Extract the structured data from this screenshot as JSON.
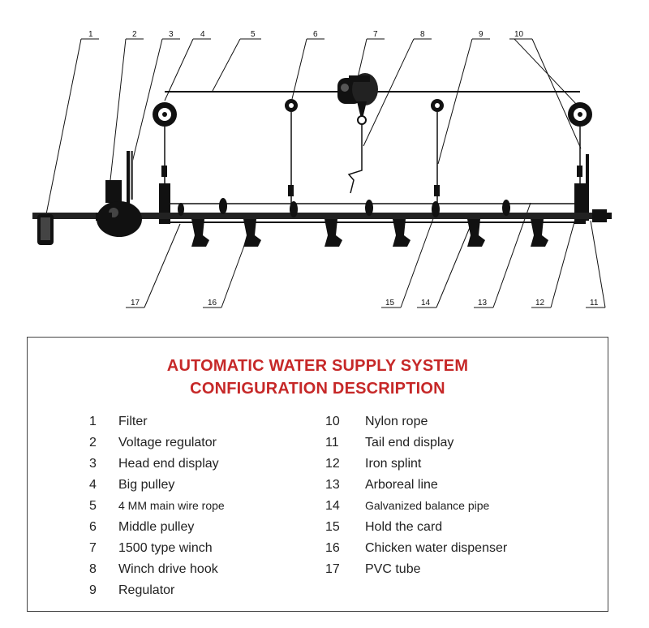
{
  "callouts": [
    {
      "num": "1",
      "name": "Filter"
    },
    {
      "num": "2",
      "name": "Voltage regulator"
    },
    {
      "num": "3",
      "name": "Head end display"
    },
    {
      "num": "4",
      "name": "Big pulley"
    },
    {
      "num": "5",
      "name": "4 MM main wire rope"
    },
    {
      "num": "6",
      "name": "Middle pulley"
    },
    {
      "num": "7",
      "name": "1500 type winch"
    },
    {
      "num": "8",
      "name": "Winch drive hook"
    },
    {
      "num": "9",
      "name": "Regulator"
    },
    {
      "num": "10",
      "name": "Nylon rope"
    },
    {
      "num": "11",
      "name": "Tail end display"
    },
    {
      "num": "12",
      "name": "Iron splint"
    },
    {
      "num": "13",
      "name": "Arboreal line"
    },
    {
      "num": "14",
      "name": "Galvanized balance pipe"
    },
    {
      "num": "15",
      "name": "Hold the card"
    },
    {
      "num": "16",
      "name": "Chicken water dispenser"
    },
    {
      "num": "17",
      "name": "PVC tube"
    }
  ],
  "legend": {
    "title_line1": "AUTOMATIC WATER SUPPLY SYSTEM",
    "title_line2": "CONFIGURATION DESCRIPTION",
    "title_color": "#c62828"
  }
}
